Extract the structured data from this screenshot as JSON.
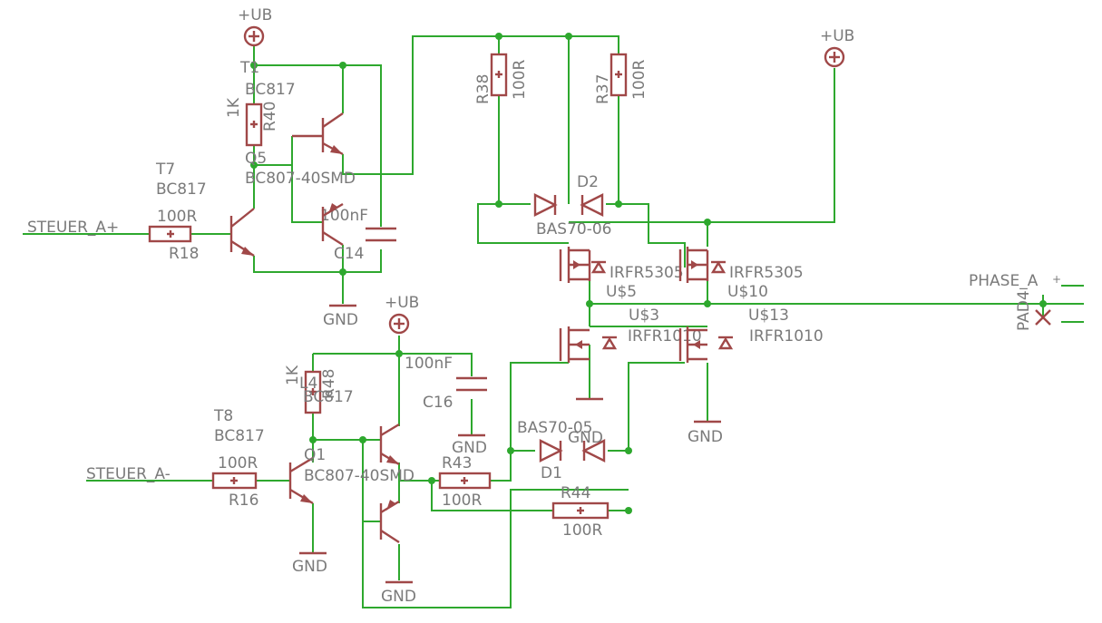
{
  "power": {
    "ub": "+UB",
    "gnd": "GND"
  },
  "nets": {
    "steuer_a_plus": "STEUER_A+",
    "steuer_a_minus": "STEUER_A-",
    "phase_a": "PHASE_A"
  },
  "pad": {
    "name": "PAD4",
    "pin": "+"
  },
  "parts": {
    "r40": {
      "name": "R40",
      "value": "1K"
    },
    "r48": {
      "name": "R48",
      "value": "1K"
    },
    "r18": {
      "name": "R18",
      "value": "100R"
    },
    "r16": {
      "name": "R16",
      "value": "100R"
    },
    "r38": {
      "name": "R38",
      "value": "100R"
    },
    "r37": {
      "name": "R37",
      "value": "100R"
    },
    "r43": {
      "name": "R43",
      "value": "100R"
    },
    "r44": {
      "name": "R44",
      "value": "100R"
    },
    "c14": {
      "name": "C14",
      "value": "100nF"
    },
    "c16": {
      "name": "C16",
      "value": "100nF"
    },
    "t1": {
      "name": "T1",
      "value": "BC817"
    },
    "t7": {
      "name": "T7",
      "value": "BC817"
    },
    "t8": {
      "name": "T8",
      "value": "BC817"
    },
    "l4": {
      "name": "L4",
      "value": "BC817"
    },
    "q5": {
      "name": "Q5",
      "value": "BC807-40SMD"
    },
    "q1": {
      "name": "Q1",
      "value": "BC807-40SMD"
    },
    "d2": {
      "name": "D2",
      "value": "BAS70-06"
    },
    "d1": {
      "name": "D1",
      "value": "BAS70-05"
    },
    "u5": {
      "name": "U$5",
      "value": "IRFR5305"
    },
    "u10": {
      "name": "U$10",
      "value": "IRFR5305"
    },
    "u3": {
      "name": "U$3",
      "value": "IRFR1010"
    },
    "u13": {
      "name": "U$13",
      "value": "IRFR1010"
    }
  }
}
